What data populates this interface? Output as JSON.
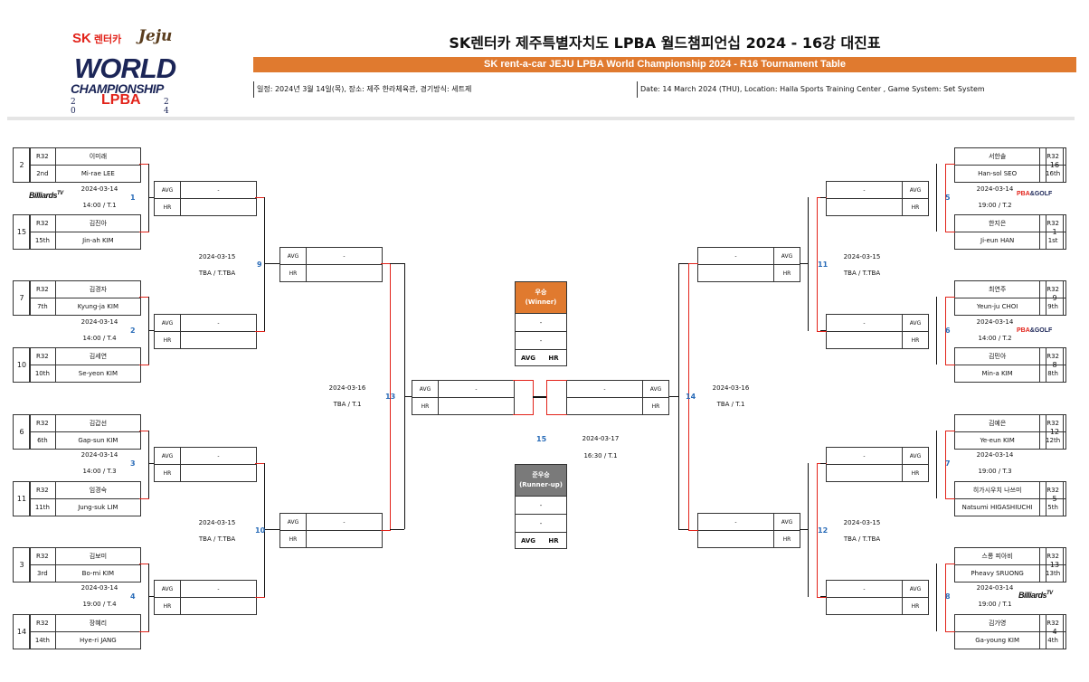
{
  "brand": {
    "sk": "SK",
    "rent": "렌터카",
    "jeju": "Jeju",
    "world": "WORLD",
    "championship": "CHAMPIONSHIP",
    "year_left": "2  0",
    "year_right": "2  4",
    "lpba": "LPBA"
  },
  "header": {
    "title_kr": "SK렌터카 제주특별자치도 LPBA 월드챔피언십 2024 - 16강 대진표",
    "title_en": "SK rent-a-car JEJU LPBA World Championship 2024 - R16 Tournament Table",
    "info_kr": "일정: 2024년 3월 14일(목), 장소: 제주 한라체육관, 경기방식: 세트제",
    "info_en": "Date: 14 March 2024 (THU), Location: Halla Sports Training Center , Game System: Set System"
  },
  "labels": {
    "avg": "AVG",
    "hr": "HR",
    "dash": "-",
    "winner_kr": "우승",
    "winner_en": "(Winner)",
    "runner_kr": "준우승",
    "runner_en": "(Runner-up)",
    "billiards_tv": "Billiards",
    "tv": "TV",
    "pba_golf_a": "PBA",
    "pba_golf_b": "&GOLF"
  },
  "players_left": [
    {
      "seed": "2",
      "round": "R32",
      "name_kr": "이미래",
      "rank": "2nd",
      "name_en": "Mi-rae LEE"
    },
    {
      "seed": "15",
      "round": "R32",
      "name_kr": "김진아",
      "rank": "15th",
      "name_en": "Jin-ah KIM"
    },
    {
      "seed": "7",
      "round": "R32",
      "name_kr": "김경자",
      "rank": "7th",
      "name_en": "Kyung-ja KIM"
    },
    {
      "seed": "10",
      "round": "R32",
      "name_kr": "김세연",
      "rank": "10th",
      "name_en": "Se-yeon KIM"
    },
    {
      "seed": "6",
      "round": "R32",
      "name_kr": "김갑선",
      "rank": "6th",
      "name_en": "Gap-sun KIM"
    },
    {
      "seed": "11",
      "round": "R32",
      "name_kr": "임경숙",
      "rank": "11th",
      "name_en": "Jung-suk LIM"
    },
    {
      "seed": "3",
      "round": "R32",
      "name_kr": "김보미",
      "rank": "3rd",
      "name_en": "Bo-mi KIM"
    },
    {
      "seed": "14",
      "round": "R32",
      "name_kr": "장혜리",
      "rank": "14th",
      "name_en": "Hye-ri JANG"
    }
  ],
  "players_right": [
    {
      "seed": "16",
      "round": "R32",
      "name_kr": "서한솔",
      "rank": "16th",
      "name_en": "Han-sol SEO"
    },
    {
      "seed": "1",
      "round": "R32",
      "name_kr": "한지은",
      "rank": "1st",
      "name_en": "Ji-eun HAN"
    },
    {
      "seed": "9",
      "round": "R32",
      "name_kr": "최연주",
      "rank": "9th",
      "name_en": "Yeun-ju CHOI"
    },
    {
      "seed": "8",
      "round": "R32",
      "name_kr": "김민아",
      "rank": "8th",
      "name_en": "Min-a KIM"
    },
    {
      "seed": "12",
      "round": "R32",
      "name_kr": "김예은",
      "rank": "12th",
      "name_en": "Ye-eun KIM"
    },
    {
      "seed": "5",
      "round": "R32",
      "name_kr": "히가시우치 나쓰미",
      "rank": "5th",
      "name_en": "Natsumi HIGASHIUCHI"
    },
    {
      "seed": "13",
      "round": "R32",
      "name_kr": "스롱 피아비",
      "rank": "13th",
      "name_en": "Pheavy SRUONG"
    },
    {
      "seed": "4",
      "round": "R32",
      "name_kr": "김가영",
      "rank": "4th",
      "name_en": "Ga-young KIM"
    }
  ],
  "matches": {
    "m1": {
      "num": "1",
      "date": "2024-03-14",
      "time": "14:00 / T.1"
    },
    "m2": {
      "num": "2",
      "date": "2024-03-14",
      "time": "14:00 / T.4"
    },
    "m3": {
      "num": "3",
      "date": "2024-03-14",
      "time": "14:00 / T.3"
    },
    "m4": {
      "num": "4",
      "date": "2024-03-14",
      "time": "19:00 / T.4"
    },
    "m5": {
      "num": "5",
      "date": "2024-03-14",
      "time": "19:00 / T.2"
    },
    "m6": {
      "num": "6",
      "date": "2024-03-14",
      "time": "14:00 / T.2"
    },
    "m7": {
      "num": "7",
      "date": "2024-03-14",
      "time": "19:00 / T.3"
    },
    "m8": {
      "num": "8",
      "date": "2024-03-14",
      "time": "19:00 / T.1"
    },
    "m9": {
      "num": "9",
      "date": "2024-03-15",
      "time": "TBA / T.TBA"
    },
    "m10": {
      "num": "10",
      "date": "2024-03-15",
      "time": "TBA / T.TBA"
    },
    "m11": {
      "num": "11",
      "date": "2024-03-15",
      "time": "TBA / T.TBA"
    },
    "m12": {
      "num": "12",
      "date": "2024-03-15",
      "time": "TBA / T.TBA"
    },
    "m13": {
      "num": "13",
      "date": "2024-03-16",
      "time": "TBA / T.1"
    },
    "m14": {
      "num": "14",
      "date": "2024-03-16",
      "time": "TBA / T.1"
    },
    "m15": {
      "num": "15",
      "date": "2024-03-17",
      "time": "16:30 / T.1"
    }
  },
  "colors": {
    "accent": "#e07a2f",
    "runner": "#7a7a7a",
    "bracket_red": "#e2231a",
    "match_num": "#2a6cb8"
  }
}
